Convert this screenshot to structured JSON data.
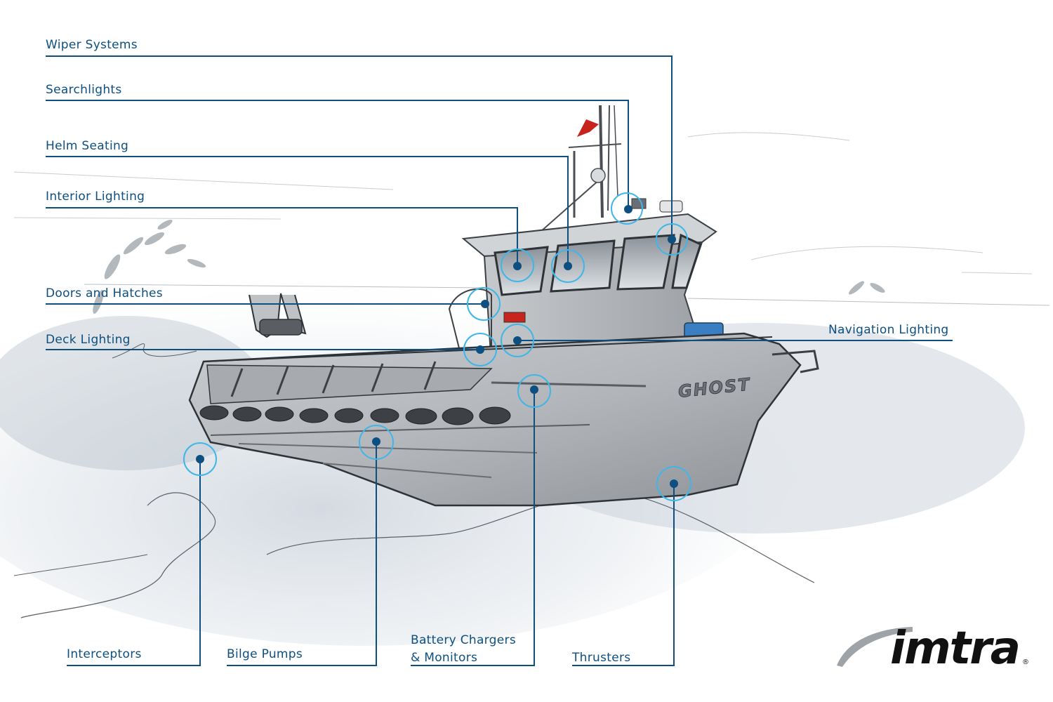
{
  "callouts": [
    {
      "id": "wiper-systems",
      "label": "Wiper Systems"
    },
    {
      "id": "searchlights",
      "label": "Searchlights"
    },
    {
      "id": "helm-seating",
      "label": "Helm Seating"
    },
    {
      "id": "interior-lighting",
      "label": "Interior Lighting"
    },
    {
      "id": "doors-and-hatches",
      "label": "Doors and Hatches"
    },
    {
      "id": "deck-lighting",
      "label": "Deck Lighting"
    },
    {
      "id": "navigation-lighting",
      "label": "Navigation Lighting"
    },
    {
      "id": "interceptors",
      "label": "Interceptors"
    },
    {
      "id": "bilge-pumps",
      "label": "Bilge Pumps"
    },
    {
      "id": "battery-chargers-line1",
      "label": "Battery Chargers"
    },
    {
      "id": "battery-chargers-line2",
      "label": "& Monitors"
    },
    {
      "id": "thrusters",
      "label": "Thrusters"
    }
  ],
  "boat": {
    "name": "GHOST"
  },
  "brand": {
    "name": "imtra",
    "registered": "®"
  },
  "colors": {
    "accent": "#0d4f80",
    "ring": "#3fb6e8",
    "hull": "#b9bcc0"
  }
}
